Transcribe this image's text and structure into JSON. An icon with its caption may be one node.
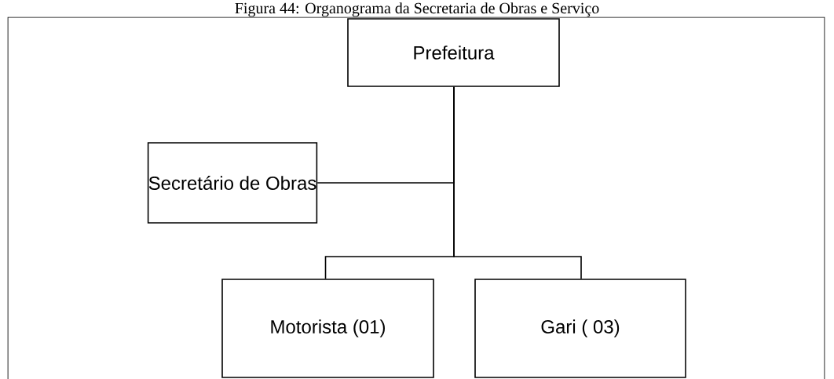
{
  "diagram": {
    "title": "Figura 44: Organograma da Secretaria de Obras e Serviço",
    "nodes": [
      {
        "text": [
          "Prefeitura"
        ]
      },
      {
        "text": [
          "Secretário de Obras"
        ]
      },
      {
        "text": [
          "Motorista (01)"
        ]
      },
      {
        "text": [
          "Gari ( 03)"
        ]
      }
    ],
    "edges": [
      {
        "from": 0,
        "to": 1,
        "arrow": "none"
      },
      {
        "from": 0,
        "to": 2,
        "arrow": "none"
      },
      {
        "from": 0,
        "to": 3,
        "arrow": "none"
      }
    ]
  }
}
